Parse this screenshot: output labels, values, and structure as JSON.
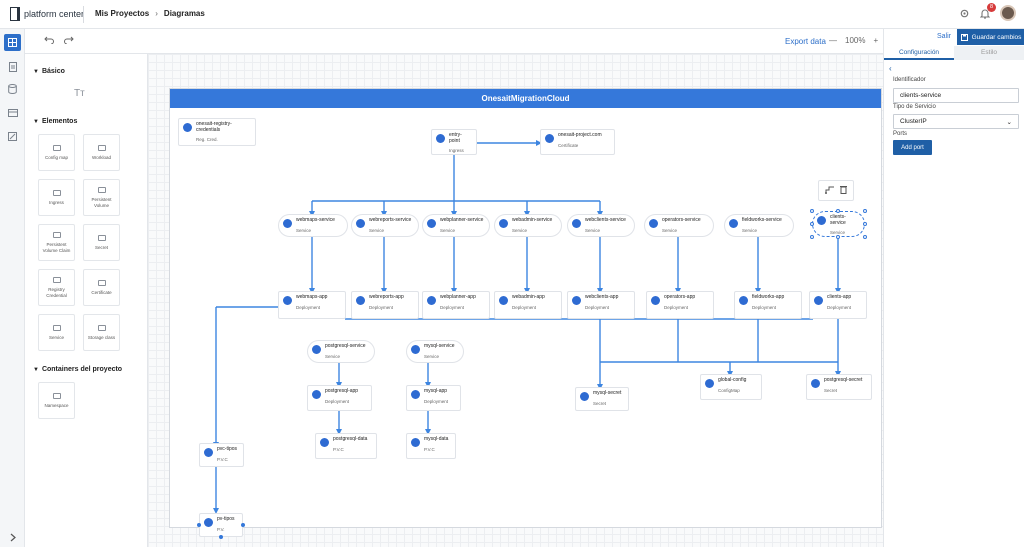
{
  "header": {
    "brand": "platform center",
    "breadcrumb": [
      "Mis Proyectos",
      "Diagramas"
    ],
    "notifications": "8"
  },
  "toolbar": {
    "export_label": "Export data",
    "zoom": "100%"
  },
  "palette": {
    "basic_title": "Básico",
    "elements_title": "Elementos",
    "containers_title": "Containers del proyecto",
    "elements": [
      "Config map",
      "Workload",
      "Ingress",
      "Persistent Volume",
      "Persistent Volume Claim",
      "Secret",
      "Registry Credential",
      "Certificate",
      "Service",
      "Storage class"
    ],
    "containers": [
      "Namespace"
    ]
  },
  "diagram": {
    "title": "OnesaitMigrationCloud",
    "nodes": {
      "registry": {
        "name": "onesait-registry-credentials",
        "kind": "Reg. Cred."
      },
      "entry": {
        "name": "entry-point",
        "kind": "Ingress"
      },
      "cert": {
        "name": "onesait-project.com",
        "kind": "Certificate"
      },
      "s1": {
        "name": "webmaps-service",
        "kind": "Service"
      },
      "s2": {
        "name": "webreports-service",
        "kind": "Service"
      },
      "s3": {
        "name": "webplanner-service",
        "kind": "Service"
      },
      "s4": {
        "name": "webadmin-service",
        "kind": "Service"
      },
      "s5": {
        "name": "webclients-service",
        "kind": "Service"
      },
      "s6": {
        "name": "operators-service",
        "kind": "Service"
      },
      "s7": {
        "name": "fieldworks-service",
        "kind": "Service"
      },
      "s8": {
        "name": "clients-service",
        "kind": "Service"
      },
      "a1": {
        "name": "webmaps-app",
        "kind": "Deployment"
      },
      "a2": {
        "name": "webreports-app",
        "kind": "Deployment"
      },
      "a3": {
        "name": "webplanner-app",
        "kind": "Deployment"
      },
      "a4": {
        "name": "webadmin-app",
        "kind": "Deployment"
      },
      "a5": {
        "name": "webclients-app",
        "kind": "Deployment"
      },
      "a6": {
        "name": "operators-app",
        "kind": "Deployment"
      },
      "a7": {
        "name": "fieldworks-app",
        "kind": "Deployment"
      },
      "a8": {
        "name": "clients-app",
        "kind": "Deployment"
      },
      "ps": {
        "name": "postgresql-service",
        "kind": "Service"
      },
      "ms": {
        "name": "mysql-service",
        "kind": "Service"
      },
      "pa": {
        "name": "postgresql-app",
        "kind": "Deployment"
      },
      "ma": {
        "name": "mysql-app",
        "kind": "Deployment"
      },
      "msec": {
        "name": "mysql-secret",
        "kind": "Secret"
      },
      "gc": {
        "name": "global-config",
        "kind": "ConfigMap"
      },
      "psec": {
        "name": "postgresql-secret",
        "kind": "Secret"
      },
      "pvc": {
        "name": "pvc-tipos",
        "kind": "P.V.C"
      },
      "pd": {
        "name": "postgresql-data",
        "kind": "P.V.C"
      },
      "md": {
        "name": "mysql-data",
        "kind": "P.V.C"
      },
      "pv": {
        "name": "pv-tipos",
        "kind": "P.V."
      }
    }
  },
  "panel": {
    "exit_label": "Salir",
    "save_label": "Guardar cambios",
    "tab_config": "Configuración",
    "tab_style": "Estilo",
    "id_label": "Identificador",
    "id_value": "clients-service",
    "type_label": "Tipo de Servicio",
    "type_value": "ClusterIP",
    "ports_label": "Ports",
    "add_port": "Add port"
  }
}
